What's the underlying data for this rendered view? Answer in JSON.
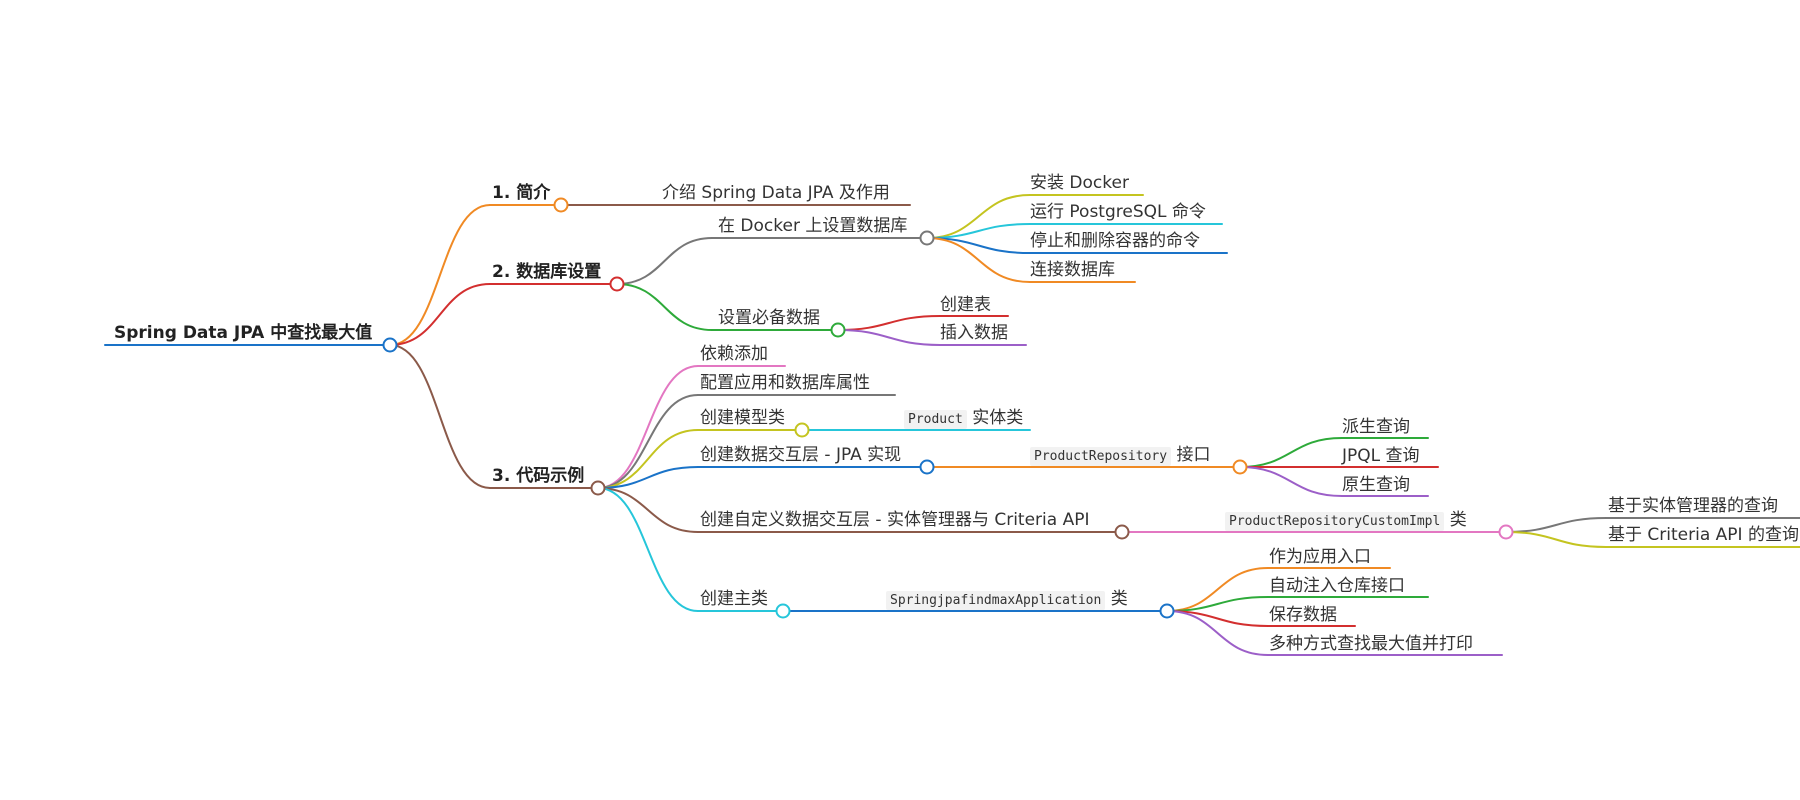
{
  "root": {
    "label": "Spring Data JPA 中查找最大值",
    "color": "#1a73c8"
  },
  "intro": {
    "label": "1. 简介",
    "color": "#f08a24",
    "child": {
      "label": "介绍 Spring Data JPA 及作用",
      "color": "#8b5a4a"
    }
  },
  "db": {
    "label": "2. 数据库设置",
    "color": "#d32f2f",
    "docker": {
      "label": "在 Docker 上设置数据库",
      "color": "#777777",
      "children": [
        {
          "label": "安装 Docker",
          "color": "#c4c420"
        },
        {
          "label": "运行 PostgreSQL 命令",
          "color": "#26c6da"
        },
        {
          "label": "停止和删除容器的命令",
          "color": "#1a73c8"
        },
        {
          "label": "连接数据库",
          "color": "#f08a24"
        }
      ]
    },
    "data": {
      "label": "设置必备数据",
      "color": "#2eaa3a",
      "children": [
        {
          "label": "创建表",
          "color": "#d32f2f"
        },
        {
          "label": "插入数据",
          "color": "#9c5fc8"
        }
      ]
    }
  },
  "code": {
    "label": "3. 代码示例",
    "color": "#8b5a4a",
    "deps": {
      "label": "依赖添加",
      "color": "#e377c2"
    },
    "config": {
      "label": "配置应用和数据库属性",
      "color": "#777777"
    },
    "model": {
      "label": "创建模型类",
      "color": "#c4c420",
      "child": {
        "code": "Product",
        "text": "实体类",
        "color": "#26c6da"
      }
    },
    "repo": {
      "label": "创建数据交互层 - JPA 实现",
      "color": "#1a73c8",
      "child": {
        "code": "ProductRepository",
        "text": "接口",
        "color": "#f08a24",
        "children": [
          {
            "label": "派生查询",
            "color": "#2eaa3a"
          },
          {
            "label": "JPQL 查询",
            "color": "#d32f2f"
          },
          {
            "label": "原生查询",
            "color": "#9c5fc8"
          }
        ]
      }
    },
    "custom": {
      "label": "创建自定义数据交互层 - 实体管理器与 Criteria API",
      "color": "#8b5a4a",
      "child": {
        "code": "ProductRepositoryCustomImpl",
        "text": "类",
        "color": "#e377c2",
        "children": [
          {
            "label": "基于实体管理器的查询",
            "color": "#777777"
          },
          {
            "label": "基于 Criteria API 的查询",
            "color": "#c4c420"
          }
        ]
      }
    },
    "main": {
      "label": "创建主类",
      "color": "#26c6da",
      "child": {
        "code": "SpringjpafindmaxApplication",
        "text": "类",
        "color": "#1a73c8",
        "children": [
          {
            "label": "作为应用入口",
            "color": "#f08a24"
          },
          {
            "label": "自动注入仓库接口",
            "color": "#2eaa3a"
          },
          {
            "label": "保存数据",
            "color": "#d32f2f"
          },
          {
            "label": "多种方式查找最大值并打印",
            "color": "#9c5fc8"
          }
        ]
      }
    }
  }
}
